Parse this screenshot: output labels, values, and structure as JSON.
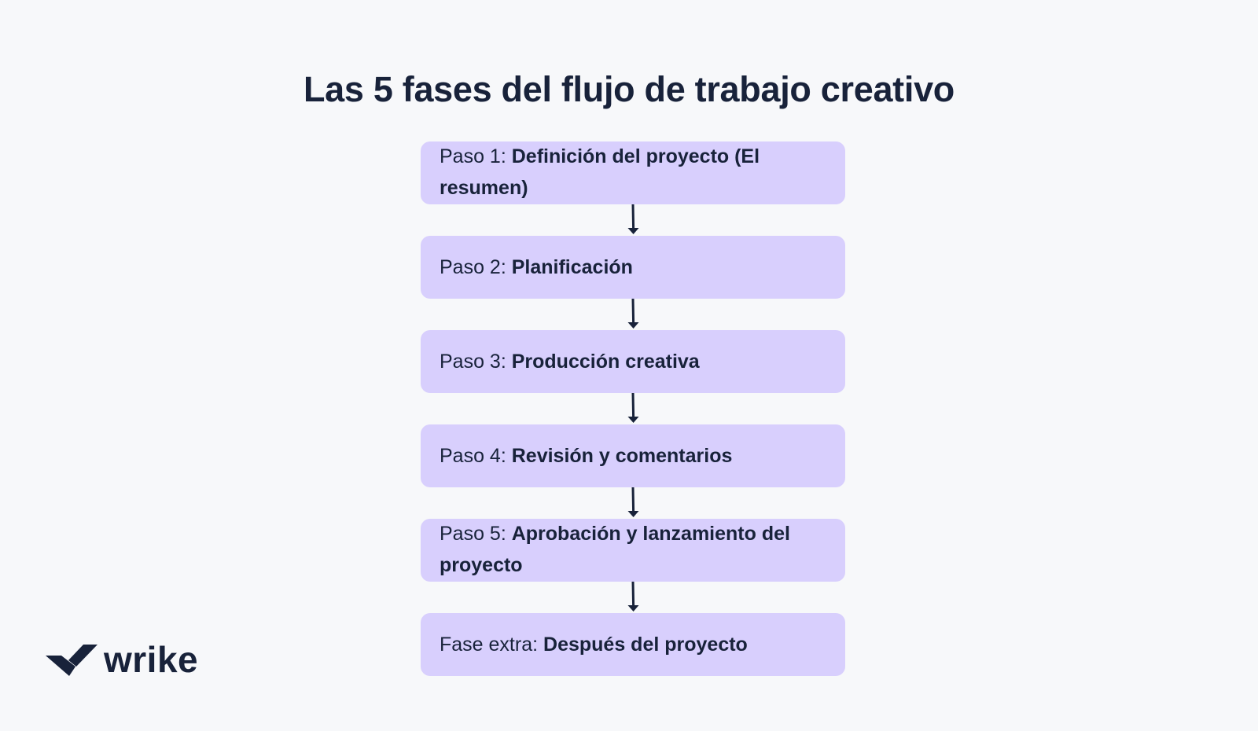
{
  "title": "Las 5 fases del flujo de trabajo creativo",
  "colors": {
    "background": "#f7f8fa",
    "box_fill": "#d8cffd",
    "text": "#18223a",
    "arrow": "#18223a"
  },
  "steps": [
    {
      "label": "Paso 1:",
      "name": "Definición del proyecto (El resumen)"
    },
    {
      "label": "Paso 2:",
      "name": "Planificación"
    },
    {
      "label": "Paso 3:",
      "name": "Producción creativa"
    },
    {
      "label": "Paso 4:",
      "name": "Revisión y comentarios"
    },
    {
      "label": "Paso 5:",
      "name": "Aprobación y lanzamiento del proyecto"
    },
    {
      "label": "Fase extra:",
      "name": "Después del proyecto"
    }
  ],
  "logo": {
    "text": "wrike",
    "icon": "wrike-checkmark-icon"
  }
}
